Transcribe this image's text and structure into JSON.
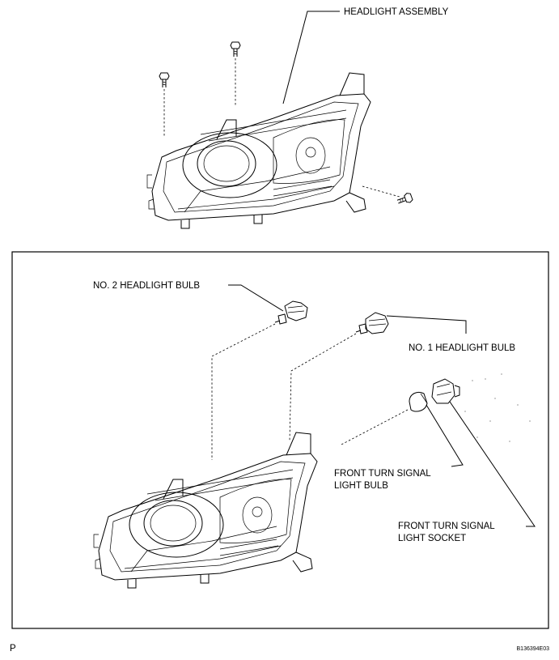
{
  "labels": {
    "headlight_assembly": "HEADLIGHT ASSEMBLY",
    "no2_bulb": "NO. 2 HEADLIGHT BULB",
    "no1_bulb": "NO. 1 HEADLIGHT BULB",
    "turn_bulb_line1": "FRONT TURN SIGNAL",
    "turn_bulb_line2": "LIGHT BULB",
    "turn_socket_line1": "FRONT TURN SIGNAL",
    "turn_socket_line2": "LIGHT SOCKET"
  },
  "footer": {
    "left_code": "P",
    "right_code": "B136394E03"
  }
}
